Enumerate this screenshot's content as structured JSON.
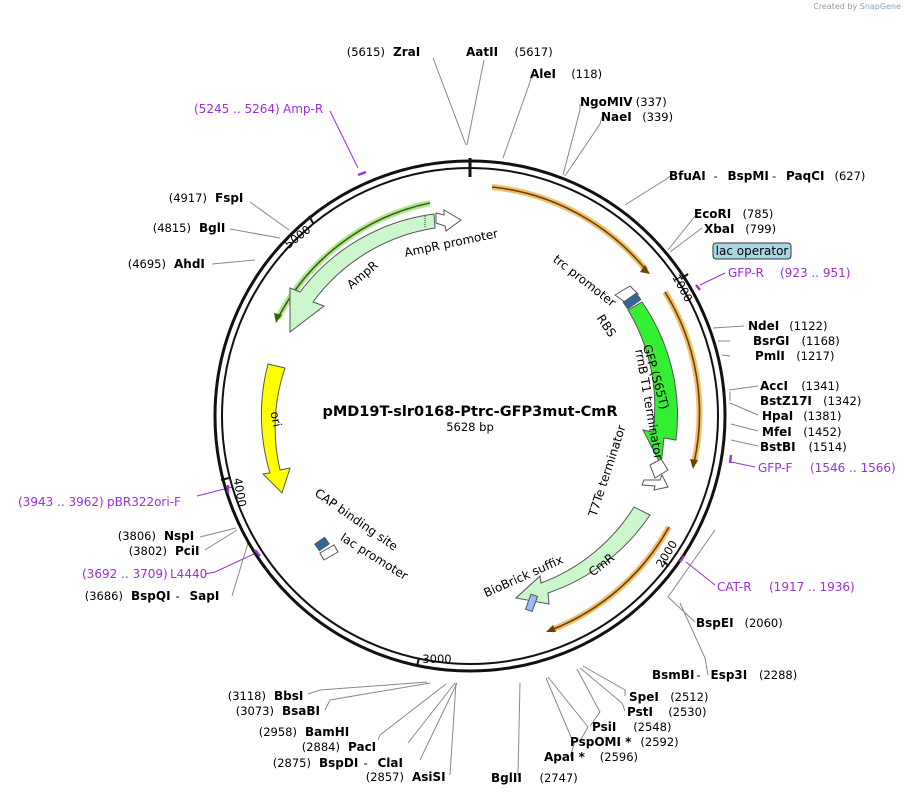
{
  "credit": {
    "prefix": "Created by",
    "brand": "SnapGene"
  },
  "plasmid": {
    "name": "pMD19T-slr0168-Ptrc-GFP3mut-CmR",
    "length": "5628 bp"
  },
  "tick_labels": [
    "1000",
    "2000",
    "3000",
    "4000",
    "5000"
  ],
  "features": [
    {
      "name": "AmpR promoter",
      "label": "AmpR promoter",
      "color": "#ccf7cc"
    },
    {
      "name": "AmpR",
      "label": "AmpR",
      "color": "#ccf7cc"
    },
    {
      "name": "ori",
      "label": "ori",
      "color": "#ffff00"
    },
    {
      "name": "trc promoter",
      "label": "trc promoter",
      "color": "#ffffff"
    },
    {
      "name": "RBS",
      "label": "RBS",
      "color": "#336699"
    },
    {
      "name": "GFP (S65T)",
      "label": "GFP (S65T)",
      "color": "#33ee33"
    },
    {
      "name": "rrnB T1 terminator",
      "label": "rrnB T1 terminator",
      "color": "#ffffff"
    },
    {
      "name": "T7Te terminator",
      "label": "T7Te terminator",
      "color": "#ffffff"
    },
    {
      "name": "CmR",
      "label": "CmR",
      "color": "#ccf7cc"
    },
    {
      "name": "BioBrick suffix",
      "label": "BioBrick suffix",
      "color": "#99bbee"
    },
    {
      "name": "CAP binding site",
      "label": "CAP binding site",
      "color": "#336699"
    },
    {
      "name": "lac promoter",
      "label": "lac promoter",
      "color": "#ffffff"
    },
    {
      "name": "lac operator",
      "label": "lac operator",
      "color": "#a7d7e3"
    }
  ],
  "primers": [
    {
      "range": "(5245 .. 5264)",
      "name": "Amp-R"
    },
    {
      "range": "(923 .. 951)",
      "name": "GFP-R"
    },
    {
      "range": "(1546 .. 1566)",
      "name": "GFP-F"
    },
    {
      "range": "(1917 .. 1936)",
      "name": "CAT-R"
    },
    {
      "range": "(3943 .. 3962)",
      "name": "pBR322ori-F"
    },
    {
      "range": "(3692 .. 3709)",
      "name": "L4440"
    }
  ],
  "enzymes": [
    {
      "name": "ZraI",
      "pos": "(5615)"
    },
    {
      "name": "AatII",
      "pos": "(5617)"
    },
    {
      "name": "AleI",
      "pos": "(118)"
    },
    {
      "name": "NgoMIV",
      "pos": "(337)"
    },
    {
      "name": "NaeI",
      "pos": "(339)"
    },
    {
      "name": "BfuAI",
      "sep1": "-",
      "name2": "BspMI",
      "sep2": "-",
      "name3": "PaqCI",
      "pos": "(627)"
    },
    {
      "name": "EcoRI",
      "pos": "(785)"
    },
    {
      "name": "XbaI",
      "pos": "(799)"
    },
    {
      "name": "NdeI",
      "pos": "(1122)"
    },
    {
      "name": "BsrGI",
      "pos": "(1168)"
    },
    {
      "name": "PmlI",
      "pos": "(1217)"
    },
    {
      "name": "AccI",
      "pos": "(1341)"
    },
    {
      "name": "BstZ17I",
      "pos": "(1342)"
    },
    {
      "name": "HpaI",
      "pos": "(1381)"
    },
    {
      "name": "MfeI",
      "pos": "(1452)"
    },
    {
      "name": "BstBI",
      "pos": "(1514)"
    },
    {
      "name": "BspEI",
      "pos": "(2060)"
    },
    {
      "name": "BsmBI",
      "sep1": "-",
      "name2": "Esp3I",
      "pos": "(2288)"
    },
    {
      "name": "SpeI",
      "pos": "(2512)"
    },
    {
      "name": "PstI",
      "pos": "(2530)"
    },
    {
      "name": "PsiI",
      "pos": "(2548)"
    },
    {
      "name": "PspOMI *",
      "pos": "(2592)"
    },
    {
      "name": "ApaI *",
      "pos": "(2596)"
    },
    {
      "name": "BglII",
      "pos": "(2747)"
    },
    {
      "name": "AsiSI",
      "pos": "(2857)"
    },
    {
      "name": "BspDI",
      "sep1": "-",
      "name2": "ClaI",
      "pos": "(2875)"
    },
    {
      "name": "PacI",
      "pos": "(2884)"
    },
    {
      "name": "BamHI",
      "pos": "(2958)"
    },
    {
      "name": "BsaBI",
      "pos": "(3073)"
    },
    {
      "name": "BbsI",
      "pos": "(3118)"
    },
    {
      "name": "BspQI",
      "sep1": "-",
      "name2": "SapI",
      "pos": "(3686)"
    },
    {
      "name": "PciI",
      "pos": "(3802)"
    },
    {
      "name": "NspI",
      "pos": "(3806)"
    },
    {
      "name": "AhdI",
      "pos": "(4695)"
    },
    {
      "name": "BglI",
      "pos": "(4815)"
    },
    {
      "name": "FspI",
      "pos": "(4917)"
    }
  ]
}
